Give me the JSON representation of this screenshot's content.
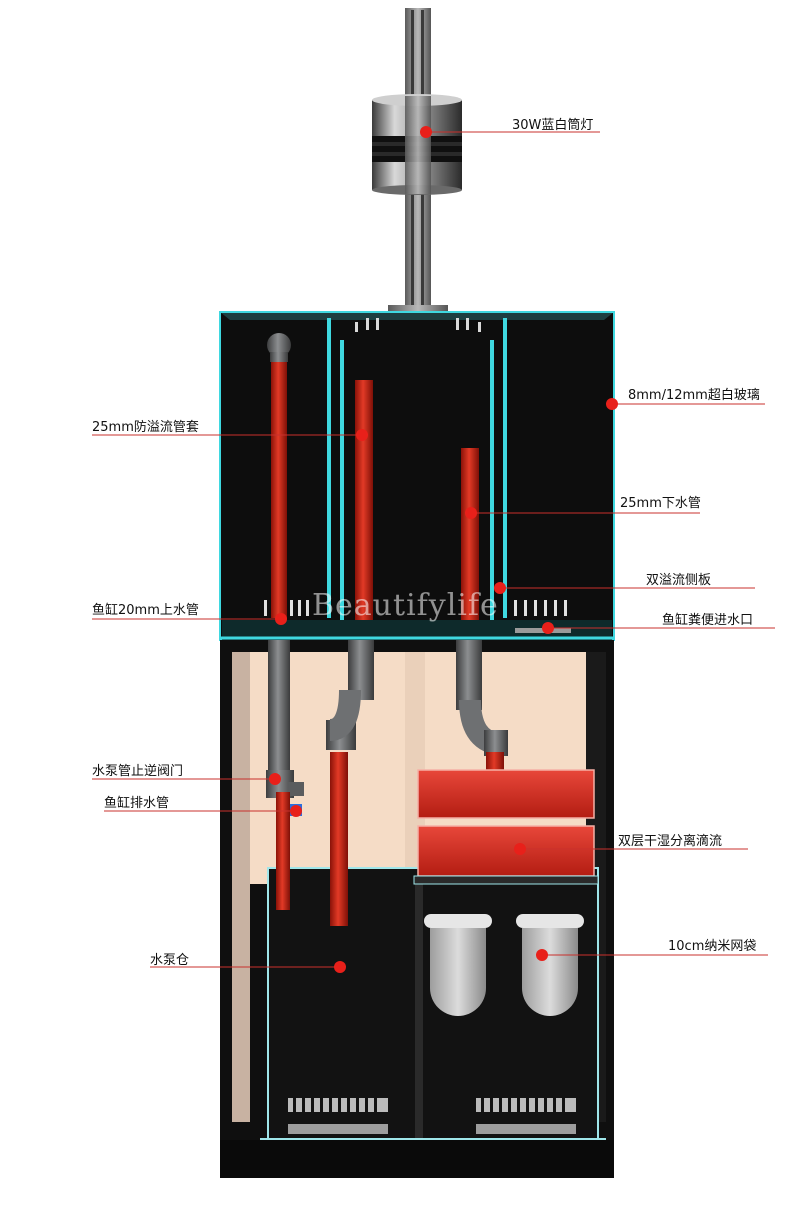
{
  "watermark": "Beautifylife",
  "callouts": [
    {
      "id": "light",
      "text": "30W蓝白筒灯",
      "side": "right"
    },
    {
      "id": "glass",
      "text": "8mm/12mm超白玻璃",
      "side": "right"
    },
    {
      "id": "overflow-sleeve",
      "text": "25mm防溢流管套",
      "side": "left"
    },
    {
      "id": "down-pipe",
      "text": "25mm下水管",
      "side": "right"
    },
    {
      "id": "side-panel",
      "text": "双溢流侧板",
      "side": "right"
    },
    {
      "id": "return-pipe",
      "text": "鱼缸20mm上水管",
      "side": "left"
    },
    {
      "id": "waste-inlet",
      "text": "鱼缸粪便进水口",
      "side": "right"
    },
    {
      "id": "check-valve",
      "text": "水泵管止逆阀门",
      "side": "left"
    },
    {
      "id": "drain-pipe",
      "text": "鱼缸排水管",
      "side": "left"
    },
    {
      "id": "drip-tray",
      "text": "双层干湿分离滴流",
      "side": "right"
    },
    {
      "id": "pump-chamber",
      "text": "水泵仓",
      "side": "left"
    },
    {
      "id": "filter-bag",
      "text": "10cm纳米网袋",
      "side": "right"
    }
  ],
  "colors": {
    "pipe_red": "#d42a1c",
    "pipe_gray": "#6e7072",
    "glass_edge": "#3fd8e0",
    "tank_black": "#0d0d0d",
    "dot_red": "#e8201a",
    "leader": "#c9302c"
  }
}
